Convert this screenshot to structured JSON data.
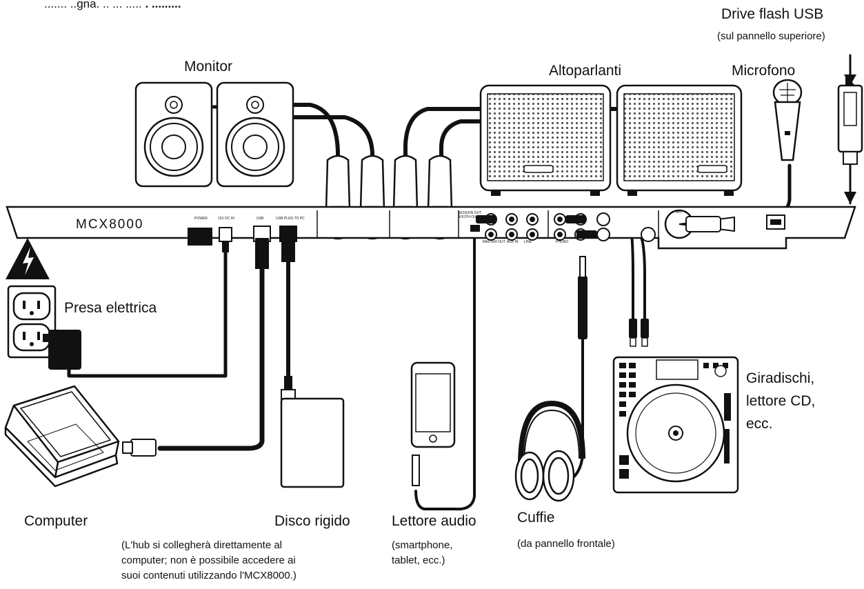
{
  "header_cut_text": {
    "prefix": "....... ..gna. ..   ... .....",
    "bold": ". ........."
  },
  "device": {
    "model": "MCX8000"
  },
  "labels": {
    "drive_flash": "Drive flash USB",
    "drive_flash_note": "(sul pannello superiore)",
    "monitor": "Monitor",
    "altoparlanti": "Altoparlanti",
    "microfono": "Microfono",
    "presa": "Presa elettrica",
    "giradischi": [
      "Giradischi,",
      "lettore CD,",
      "ecc."
    ],
    "computer": "Computer",
    "disco": "Disco rigido",
    "disco_note": [
      "(L'hub si collegherà direttamente al",
      "computer; non è possibile accedere ai",
      "suoi contenuti utilizzando l'MCX8000.)"
    ],
    "lettore": "Lettore audio",
    "lettore_note": [
      "(smartphone,",
      "tablet, ecc.)"
    ],
    "cuffie": "Cuffie",
    "cuffie_note": "(da pannello frontale)"
  },
  "panel_small_labels": [
    "POWER",
    "12V DC IN",
    "USB",
    "USB PLUG TO PC",
    "SESSION OUT",
    "BOOTH OUT",
    "MASTER OUT",
    "AUX IN",
    "LINE",
    "PHONO",
    "MIC"
  ]
}
